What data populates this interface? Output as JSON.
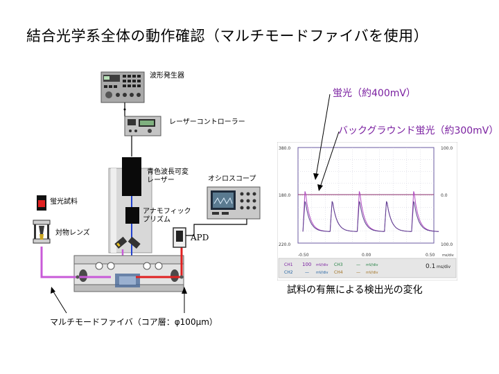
{
  "title": "結合光学系全体の動作確認（マルチモードファイバを使用）",
  "labels": {
    "function_generator": "波形発生器",
    "laser_controller": "レーザーコントローラー",
    "laser": "青色波長可変\nレーザー",
    "oscilloscope": "オシロスコープ",
    "sample": "蛍光試料",
    "objective": "対物レンズ",
    "prism": "アナモフィック\nプリズム",
    "apd": "APD",
    "fiber": "マルチモードファイバ（コア層：φ100μm）"
  },
  "chart_annotations": {
    "fluorescence": "蛍光（約400mV）",
    "background": "バックグラウンド蛍光（約300mV）",
    "caption": "試料の有無による検出光の変化"
  },
  "scope": {
    "y_top": "380.0",
    "y_mid": "180.0",
    "y_bot": "220.0",
    "right_top": "100.0",
    "right_mid": "0.0",
    "right_bot": "100.0",
    "x_left": "-0.50",
    "x_mid": "0.00",
    "x_right": "0.50",
    "x_unit": "ms/div",
    "ch1": "CH1",
    "ch1_val": "100",
    "ch1_unit": "mV/div",
    "ch2": "CH2",
    "ch2_val": "—",
    "ch2_unit": "mV/div",
    "ch3": "CH3",
    "ch3_val": "—",
    "ch3_unit": "mV/div",
    "ch4": "CH4",
    "ch4_val": "—",
    "ch4_unit": "mV/div",
    "timebase_val": "0.1",
    "timebase_unit": "ms/div"
  },
  "chart_data": {
    "type": "line",
    "pulse_count": 5,
    "series": [
      {
        "values": [
          400,
          300,
          400,
          300,
          400
        ]
      },
      {
        "values": [
          300,
          300,
          300,
          300,
          300
        ]
      }
    ],
    "colors": {
      "trace_sample": "#b048c0",
      "trace_background": "#5a3f8e",
      "screen_bg": "#ffffff",
      "reference": "#8a2a6a"
    }
  },
  "colors": {
    "laser_beam": "#e02020",
    "fiber": "#c85ad8",
    "blue_beam": "#2040d0",
    "accent_text": "#7a1fa0"
  }
}
